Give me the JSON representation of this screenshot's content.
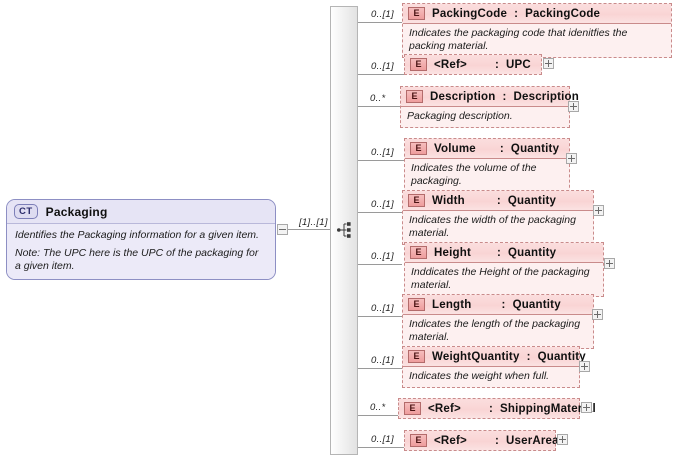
{
  "diagram": {
    "kind": "xsd-schema-diagram",
    "root": {
      "badge": "CT",
      "name": "Packaging",
      "doc_lines": [
        "Identifies the Packaging information for a given item.",
        "Note: The UPC here is the UPC of the packaging for a given item."
      ],
      "occurrence": "[1]..[1]",
      "collapse_icon": "minus-icon"
    },
    "compositor": {
      "type": "sequence",
      "icon": "sequence-icon"
    },
    "colors": {
      "element_border": "#c98b8b",
      "element_fill": "#fdf0f0",
      "element_header": "#f9d4d4",
      "ct_border": "#8d8fc4",
      "ct_fill": "#eceaf8",
      "connector": "#9a9a9a"
    },
    "children": [
      {
        "cardinality": "0..[1]",
        "badge": "E",
        "name": "PackingCode",
        "separator": ":",
        "type": "PackingCode",
        "doc": "Indicates the packaging code that idenitfies the packing material.",
        "expandable": false
      },
      {
        "cardinality": "0..[1]",
        "badge": "E",
        "name": "<Ref>",
        "separator": ":",
        "type": "UPC",
        "doc": "",
        "expandable": true
      },
      {
        "cardinality": "0..*",
        "badge": "E",
        "name": "Description",
        "separator": ":",
        "type": "Description",
        "doc": "Packaging description.",
        "expandable": true
      },
      {
        "cardinality": "0..[1]",
        "badge": "E",
        "name": "Volume",
        "separator": ":",
        "type": "Quantity",
        "doc": "Indicates the volume of the packaging.",
        "expandable": true
      },
      {
        "cardinality": "0..[1]",
        "badge": "E",
        "name": "Width",
        "separator": ":",
        "type": "Quantity",
        "doc": "Indicates the width of the packaging material.",
        "expandable": true
      },
      {
        "cardinality": "0..[1]",
        "badge": "E",
        "name": "Height",
        "separator": ":",
        "type": "Quantity",
        "doc": "Inddicates the Height of the packaging material.",
        "expandable": true
      },
      {
        "cardinality": "0..[1]",
        "badge": "E",
        "name": "Length",
        "separator": ":",
        "type": "Quantity",
        "doc": "Indicates the length of the packaging material.",
        "expandable": true
      },
      {
        "cardinality": "0..[1]",
        "badge": "E",
        "name": "WeightQuantity",
        "separator": ":",
        "type": "Quantity",
        "doc": "Indicates the weight when full.",
        "expandable": true
      },
      {
        "cardinality": "0..*",
        "badge": "E",
        "name": "<Ref>",
        "separator": ":",
        "type": "ShippingMaterial",
        "doc": "",
        "expandable": true
      },
      {
        "cardinality": "0..[1]",
        "badge": "E",
        "name": "<Ref>",
        "separator": ":",
        "type": "UserArea",
        "doc": "",
        "expandable": true
      }
    ]
  }
}
